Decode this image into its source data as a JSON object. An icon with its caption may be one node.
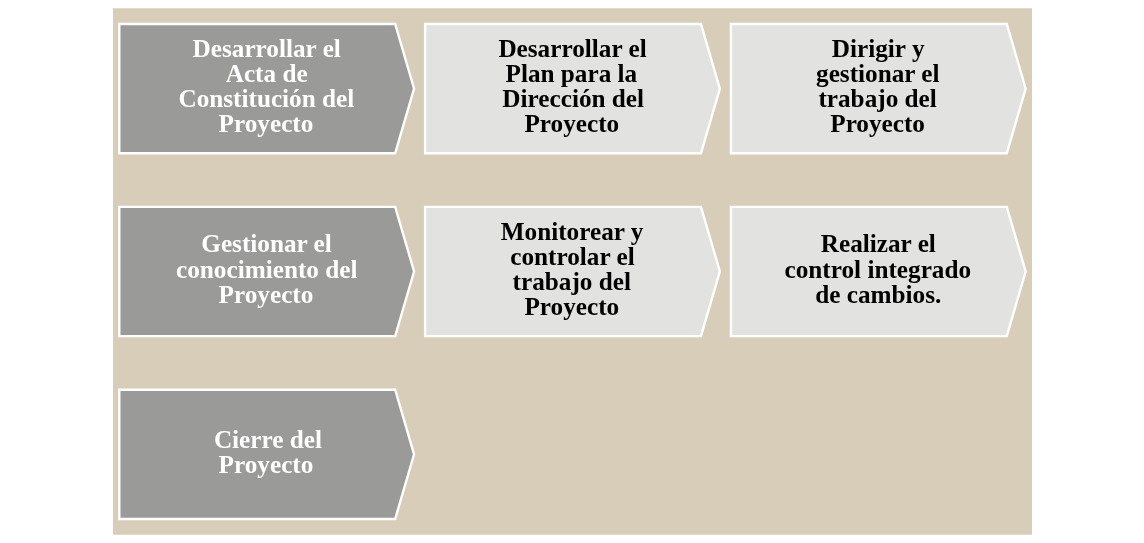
{
  "diagram": {
    "nodes": [
      {
        "text": [
          "Desarrollar el Acta de Constitución del Proyecto"
        ]
      },
      {
        "text": [
          "Desarrollar el Plan para la Dirección del Proyecto"
        ]
      },
      {
        "text": [
          "Dirigir y gestionar el trabajo del Proyecto"
        ]
      },
      {
        "text": [
          "Gestionar el conocimiento del Proyecto"
        ]
      },
      {
        "text": [
          "Monitorear y controlar el trabajo del Proyecto"
        ]
      },
      {
        "text": [
          "Realizar el control integrado de cambios."
        ]
      },
      {
        "text": [
          "Cierre del Proyecto"
        ]
      }
    ]
  }
}
